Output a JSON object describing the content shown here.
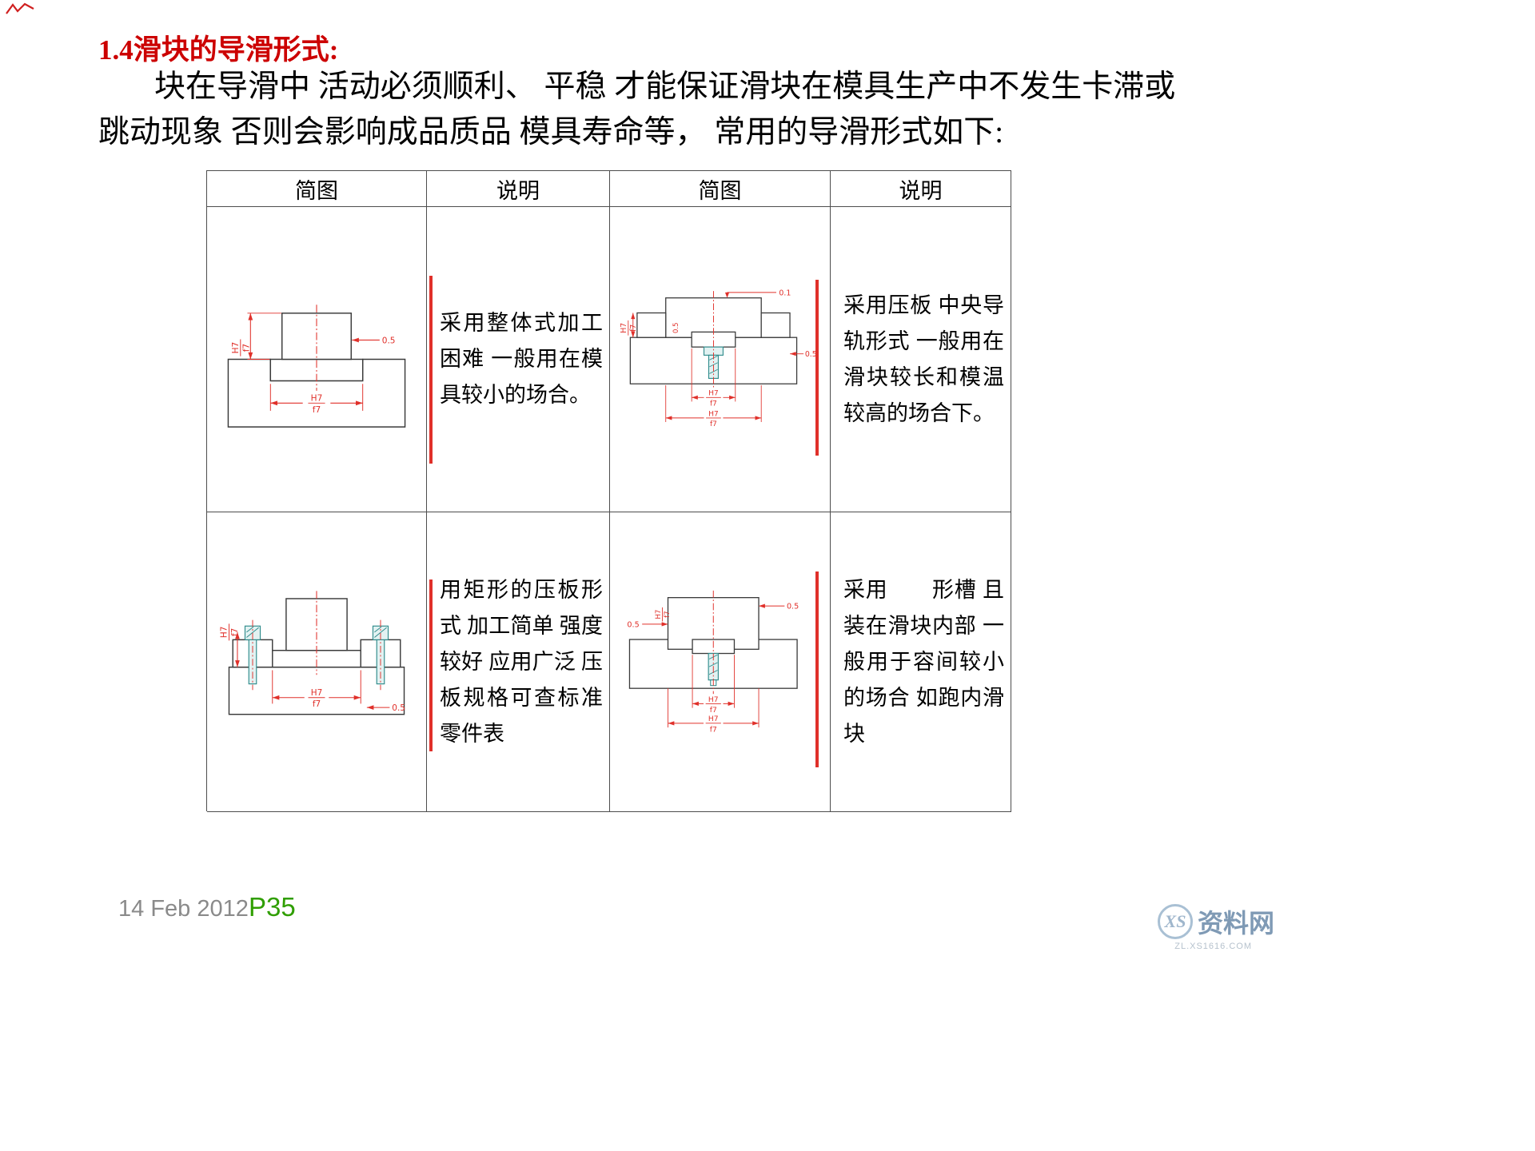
{
  "page": {
    "title": "1.4滑块的导滑形式:",
    "paragraph": "块在导滑中 活动必须顺利、 平稳 才能保证滑块在模具生产中不发生卡滞或跳动现象 否则会影响成品质品 模具寿命等， 常用的导滑形式如下:"
  },
  "table": {
    "headers": [
      "简图",
      "说明",
      "简图",
      "说明"
    ],
    "rows": [
      {
        "diagram1": "integral-t-slot-guide",
        "desc1": "采用整体式加工困难 一般用在模具较小的场合。",
        "diagram2": "press-plate-central-rail-guide",
        "desc2": "采用压板 中央导轨形式 一般用在滑块较长和模温较高的场合下。"
      },
      {
        "diagram1": "rectangular-press-plate-guide",
        "desc1": "用矩形的压板形式 加工简单 强度较好 应用广泛 压板规格可查标准零件表",
        "diagram2": "inner-t-slot-guide",
        "desc2": "采用　　形槽 且装在滑块内部 一般用于容间较小的场合 如跑内滑块"
      }
    ]
  },
  "dims": {
    "h7": "H7",
    "f7": "f7",
    "d05": "0.5",
    "d01": "0.1"
  },
  "footer": {
    "date": "14 Feb 2012",
    "page": "P35"
  },
  "watermark": {
    "logo": "XS",
    "name": "资料网",
    "sub": "ZL.XS1616.COM"
  }
}
